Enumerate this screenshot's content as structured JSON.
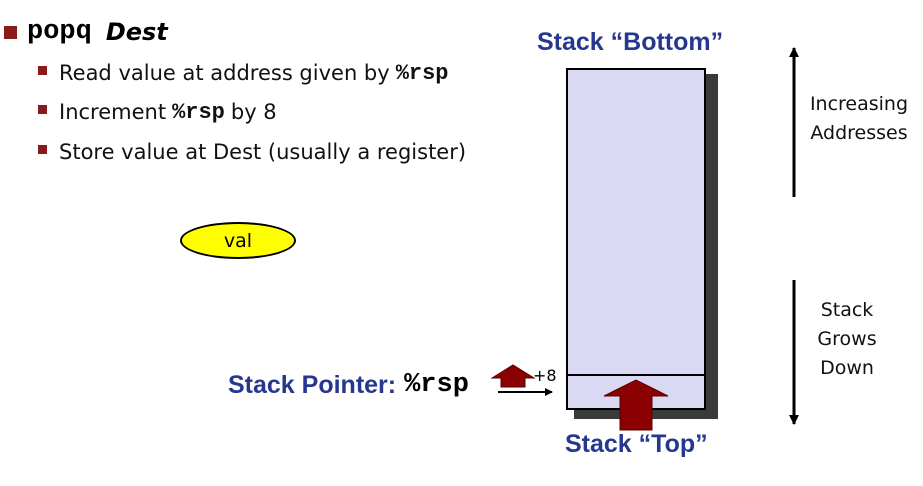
{
  "title": {
    "command": "popq",
    "operand": "Dest"
  },
  "bullets": [
    {
      "pre": "Read value at address given by",
      "code": "%rsp",
      "post": ""
    },
    {
      "pre": "Increment",
      "code": "%rsp",
      "post": "by 8"
    },
    {
      "pre": "Store value at Dest (usually a register)",
      "code": "",
      "post": ""
    }
  ],
  "val_label": "val",
  "stack_bottom_label": "Stack “Bottom”",
  "stack_top_label": "Stack “Top”",
  "stack_pointer": {
    "label": "Stack Pointer:",
    "register": "%rsp",
    "increment": "+8"
  },
  "increasing_addresses": [
    "Increasing",
    "Addresses"
  ],
  "stack_grows_down": [
    "Stack",
    "Grows",
    "Down"
  ],
  "colors": {
    "bullet": "#8b1a1a",
    "label_blue": "#26378f",
    "stack_fill": "#d9d9f4",
    "val_fill": "#ffff00",
    "arrow_red": "#8b0000"
  }
}
